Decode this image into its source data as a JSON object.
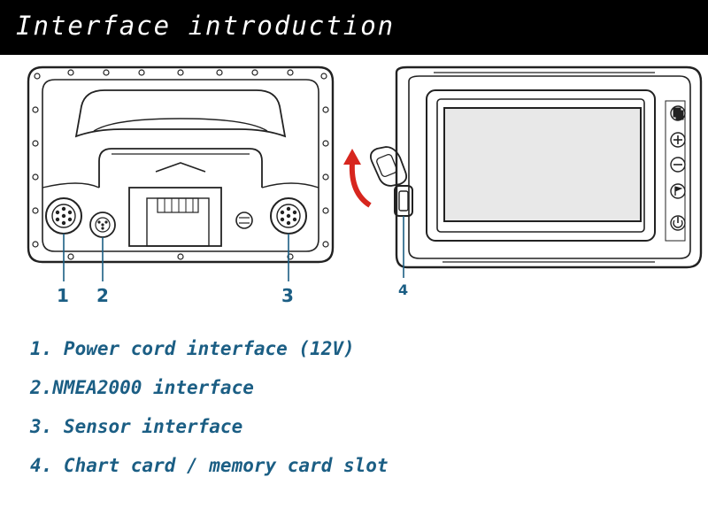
{
  "header": {
    "title": "Interface introduction"
  },
  "callouts": {
    "c1": "1",
    "c2": "2",
    "c3": "3",
    "c4": "4"
  },
  "legend": {
    "items": [
      "1. Power cord interface (12V)",
      "2.NMEA2000 interface",
      "3. Sensor interface",
      "4. Chart card / memory card slot"
    ]
  },
  "colors": {
    "header_bg": "#000000",
    "header_text": "#ffffff",
    "label_blue": "#1b5e84",
    "arrow_red": "#d7261e",
    "line_dark": "#222222",
    "callout_line": "#1b5e84"
  },
  "icons": [
    "plus-icon",
    "minus-icon",
    "power-icon",
    "pages-icon",
    "flag-icon",
    "card-slot-icon"
  ]
}
